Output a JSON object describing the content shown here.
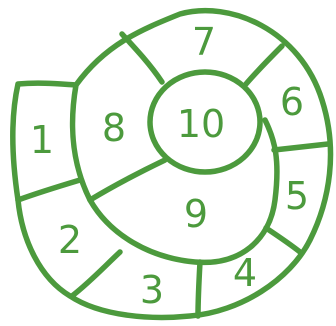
{
  "board": {
    "stroke_color": "#4c9a3d",
    "text_color": "#4c9a3d",
    "background": "#ffffff",
    "cells": [
      {
        "id": "cell-1",
        "label": "1"
      },
      {
        "id": "cell-2",
        "label": "2"
      },
      {
        "id": "cell-3",
        "label": "3"
      },
      {
        "id": "cell-4",
        "label": "4"
      },
      {
        "id": "cell-5",
        "label": "5"
      },
      {
        "id": "cell-6",
        "label": "6"
      },
      {
        "id": "cell-7",
        "label": "7"
      },
      {
        "id": "cell-8",
        "label": "8"
      },
      {
        "id": "cell-9",
        "label": "9"
      },
      {
        "id": "cell-10",
        "label": "10"
      }
    ]
  }
}
